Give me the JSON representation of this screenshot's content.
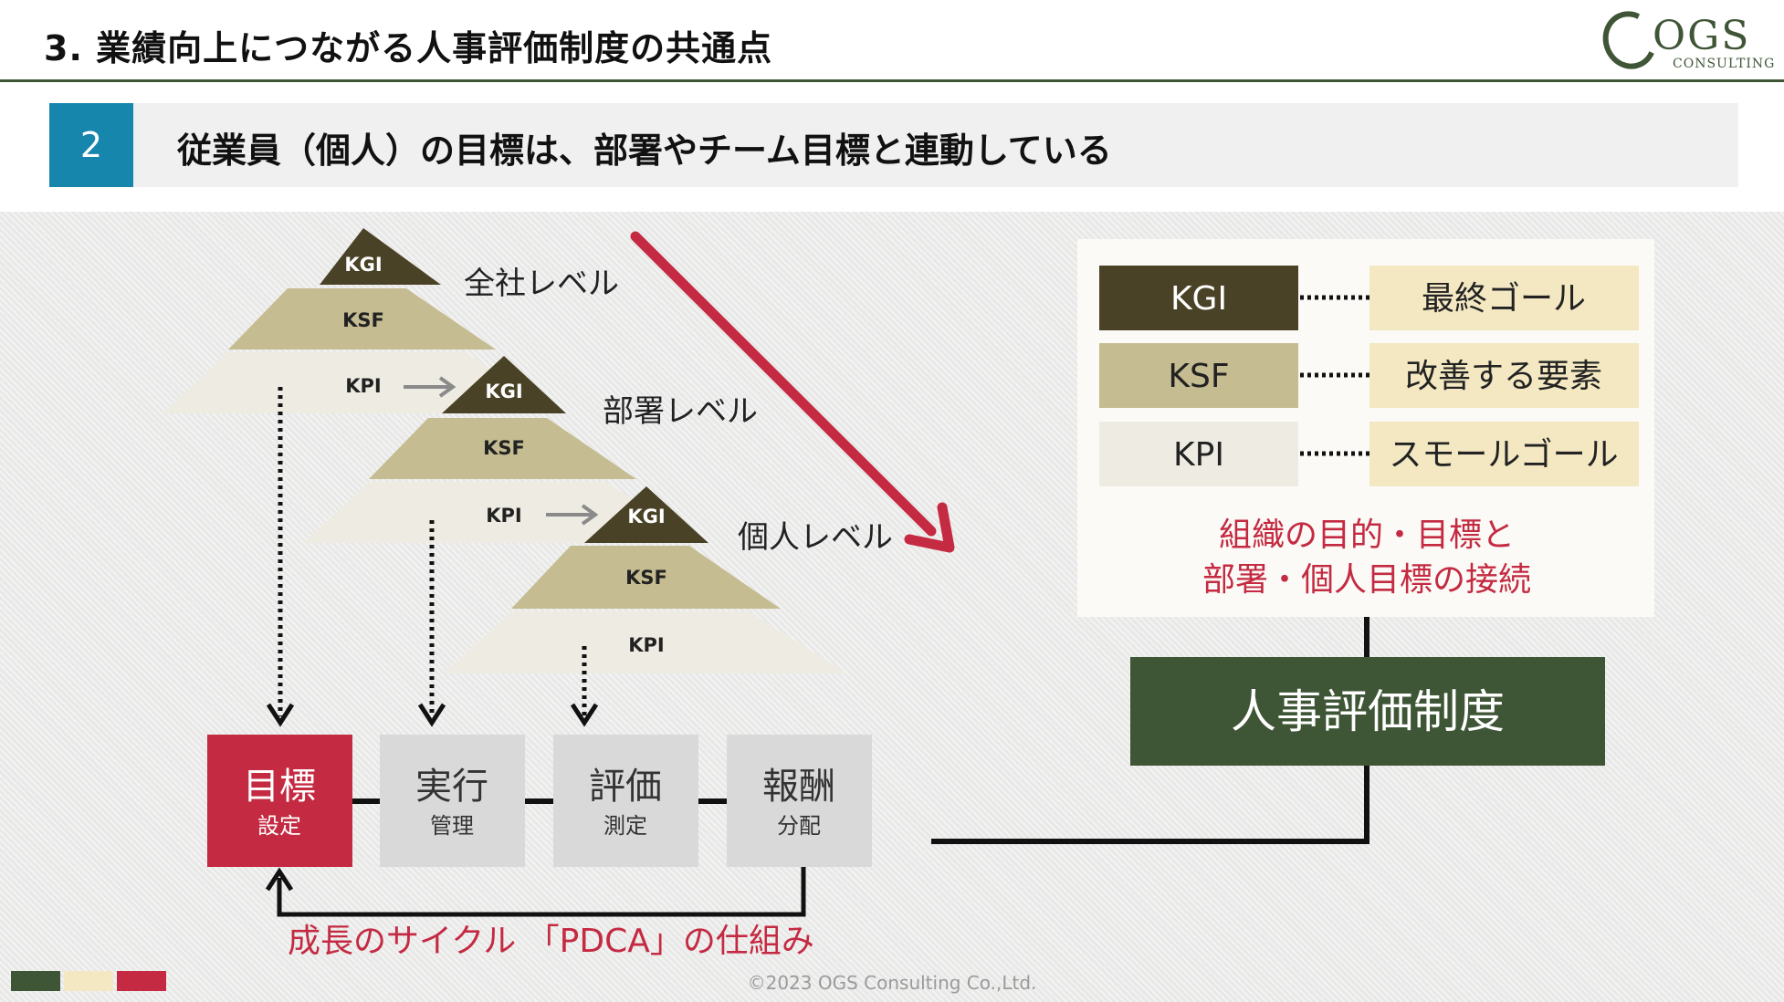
{
  "header": {
    "title": "3. 業績向上につながる人事評価制度の共通点"
  },
  "logo": {
    "word": "OGS",
    "sub": "CONSULTING"
  },
  "subheader": {
    "number": "2",
    "text": "従業員（個人）の目標は、部署やチーム目標と連動している"
  },
  "pyramids": [
    {
      "level": "全社レベル",
      "tiers": [
        "KGI",
        "KSF",
        "KPI"
      ]
    },
    {
      "level": "部署レベル",
      "tiers": [
        "KGI",
        "KSF",
        "KPI"
      ]
    },
    {
      "level": "個人レベル",
      "tiers": [
        "KGI",
        "KSF",
        "KPI"
      ]
    }
  ],
  "cycle": {
    "steps": [
      {
        "main": "目標",
        "sub": "設定",
        "active": true
      },
      {
        "main": "実行",
        "sub": "管理",
        "active": false
      },
      {
        "main": "評価",
        "sub": "測定",
        "active": false
      },
      {
        "main": "報酬",
        "sub": "分配",
        "active": false
      }
    ],
    "label": "成長のサイクル 「PDCA」の仕組み"
  },
  "legend": [
    {
      "term": "KGI",
      "meaning": "最終ゴール"
    },
    {
      "term": "KSF",
      "meaning": "改善する要素"
    },
    {
      "term": "KPI",
      "meaning": "スモールゴール"
    }
  ],
  "connect": {
    "line1": "組織の目的・目標と",
    "line2": "部署・個人目標の接続"
  },
  "system": {
    "label": "人事評価制度"
  },
  "footer": {
    "copyright": "©2023 OGS Consulting Co.,Ltd."
  },
  "colors": {
    "dark": "#4a4226",
    "mid": "#c5bc91",
    "light": "#eeece2",
    "cream": "#f3e8c2",
    "green": "#3f5636",
    "red": "#c42a41",
    "blue": "#1686ad",
    "gray_box": "#d9d9d9"
  }
}
